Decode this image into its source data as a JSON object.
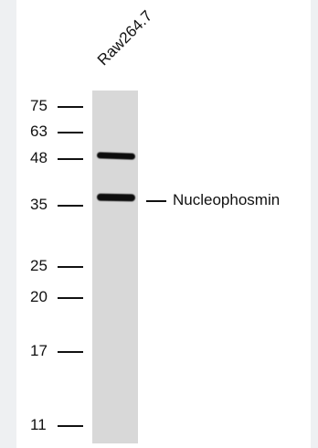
{
  "sample": {
    "label": "Raw264.7"
  },
  "markers": [
    {
      "label": "75"
    },
    {
      "label": "63"
    },
    {
      "label": "48"
    },
    {
      "label": "35"
    },
    {
      "label": "25"
    },
    {
      "label": "20"
    },
    {
      "label": "17"
    },
    {
      "label": "11"
    }
  ],
  "annotation": {
    "label": "Nucleophosmin"
  },
  "colors": {
    "lane": "#d8d8d8",
    "band": "#0d0d0d",
    "background": "#ffffff"
  }
}
